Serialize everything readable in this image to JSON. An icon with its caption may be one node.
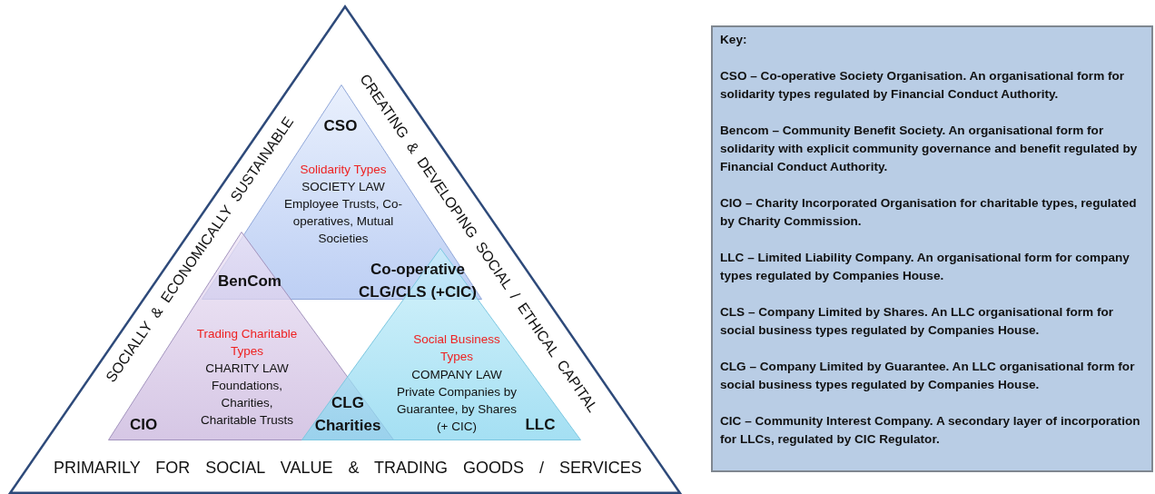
{
  "diagram": {
    "nodes": [
      {
        "text": [
          "SOCIALLY & ECONOMICALLY SUSTAINABLE",
          "CREATING & DEVELOPING SOCIAL / ETHICAL CAPITAL",
          "PRIMARILY FOR SOCIAL VALUE & TRADING GOODS / SERVICES"
        ]
      },
      {
        "text": [
          "CSO",
          "Solidarity Types",
          "SOCIETY LAW Employee Trusts, Co-operatives, Mutual Societies"
        ],
        "in": 0
      },
      {
        "text": [
          "CIO",
          "Trading Charitable Types",
          "CHARITY LAW Foundations, Charities, Charitable Trusts"
        ],
        "in": 0
      },
      {
        "text": [
          "LLC",
          "Social Business Types",
          "COMPANY LAW Private Companies by Guarantee, by Shares (+ CIC)"
        ],
        "in": 0
      },
      {
        "text": [
          "Key:",
          "CSO – Co-operative Society Organisation.  An organisational form for solidarity types regulated by Financial Conduct Authority.",
          "Bencom – Community Benefit Society.  An organisational form for solidarity with explicit community governance and benefit regulated by Financial Conduct Authority.",
          "CIO – Charity Incorporated Organisation for charitable types, regulated by Charity Commission.",
          "LLC – Limited Liability Company. An organisational form for company types regulated by Companies House.",
          "CLS – Company Limited by Shares.  An LLC organisational form for social business types regulated by Companies House.",
          "CLG – Company Limited by Guarantee.  An LLC organisational form for social business types regulated by Companies House.",
          "CIC – Community Interest Company. A secondary layer of incorporation for LLCs, regulated by CIC Regulator."
        ]
      }
    ],
    "labels": [
      "BenCom",
      "Co-operative CLG/CLS (+CIC)",
      "CLG Charities"
    ]
  }
}
